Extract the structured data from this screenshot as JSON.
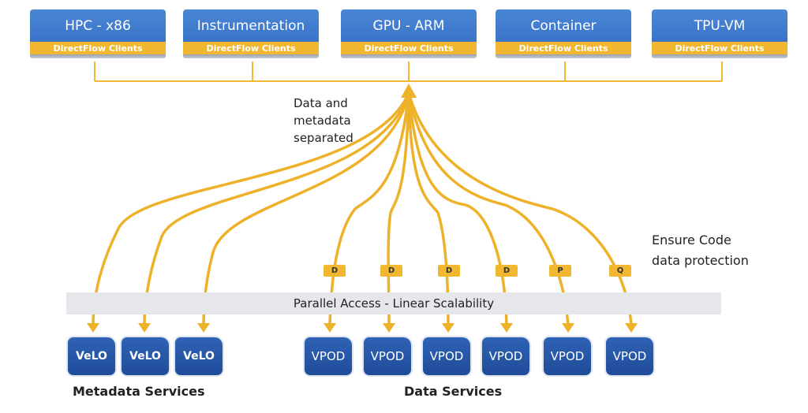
{
  "colors": {
    "client_blue": "#3f7ccd",
    "accent_gold": "#f2b730",
    "node_blue": "#2a5aa8",
    "bar_gray": "#e6e7ea"
  },
  "clients": [
    {
      "name": "HPC - x86",
      "sub": "DirectFlow Clients"
    },
    {
      "name": "Instrumentation",
      "sub": "DirectFlow Clients"
    },
    {
      "name": "GPU - ARM",
      "sub": "DirectFlow Clients"
    },
    {
      "name": "Container",
      "sub": "DirectFlow Clients"
    },
    {
      "name": "TPU-VM",
      "sub": "DirectFlow Clients"
    }
  ],
  "annotations": {
    "separation_line1": "Data and",
    "separation_line2": "metadata",
    "separation_line3": "separated",
    "protection_line1": "Ensure Code",
    "protection_line2": "data protection"
  },
  "bar_label": "Parallel Access - Linear Scalability",
  "tags": [
    "D",
    "D",
    "D",
    "D",
    "P",
    "Q"
  ],
  "metadata_nodes": [
    "VeLO",
    "VeLO",
    "VeLO"
  ],
  "data_nodes": [
    "VPOD",
    "VPOD",
    "VPOD",
    "VPOD",
    "VPOD",
    "VPOD"
  ],
  "metadata_label": "Metadata Services",
  "data_label": "Data Services"
}
